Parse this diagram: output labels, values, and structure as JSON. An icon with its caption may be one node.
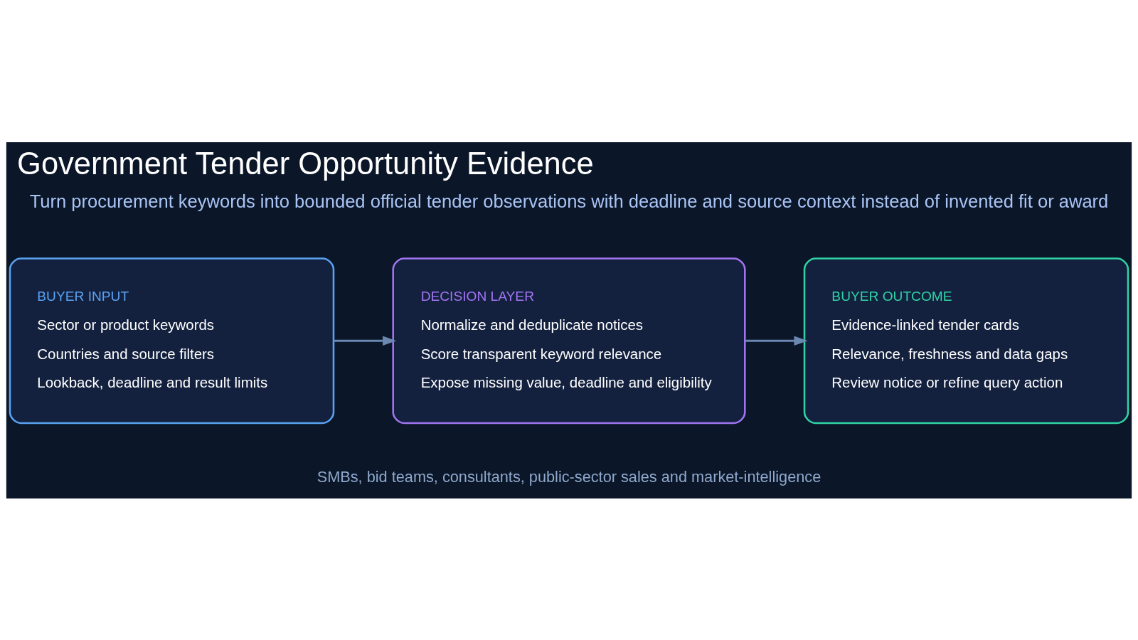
{
  "diagram": {
    "title": "Government Tender Opportunity Evidence",
    "nodes": [
      {
        "text": [
          "BUYER INPUT",
          "Sector or product keywords",
          "Countries and source filters",
          "Lookback, deadline and result limits"
        ]
      },
      {
        "text": [
          "DECISION LAYER",
          "Normalize and deduplicate notices",
          "Score transparent keyword relevance",
          "Expose missing value, deadline and eligibility"
        ]
      },
      {
        "text": [
          "BUYER OUTCOME",
          "Evidence-linked tender cards",
          "Relevance, freshness and data gaps",
          "Review notice or refine query action"
        ]
      }
    ],
    "edges": [
      {
        "from": 0,
        "to": 1,
        "arrow": "to"
      },
      {
        "from": 1,
        "to": 2,
        "arrow": "to"
      }
    ],
    "labels": [
      "Turn procurement keywords into bounded official tender observations with deadline and source context instead of invented fit or award",
      "SMBs, bid teams, consultants, public-sector sales and market-intelligence"
    ]
  }
}
